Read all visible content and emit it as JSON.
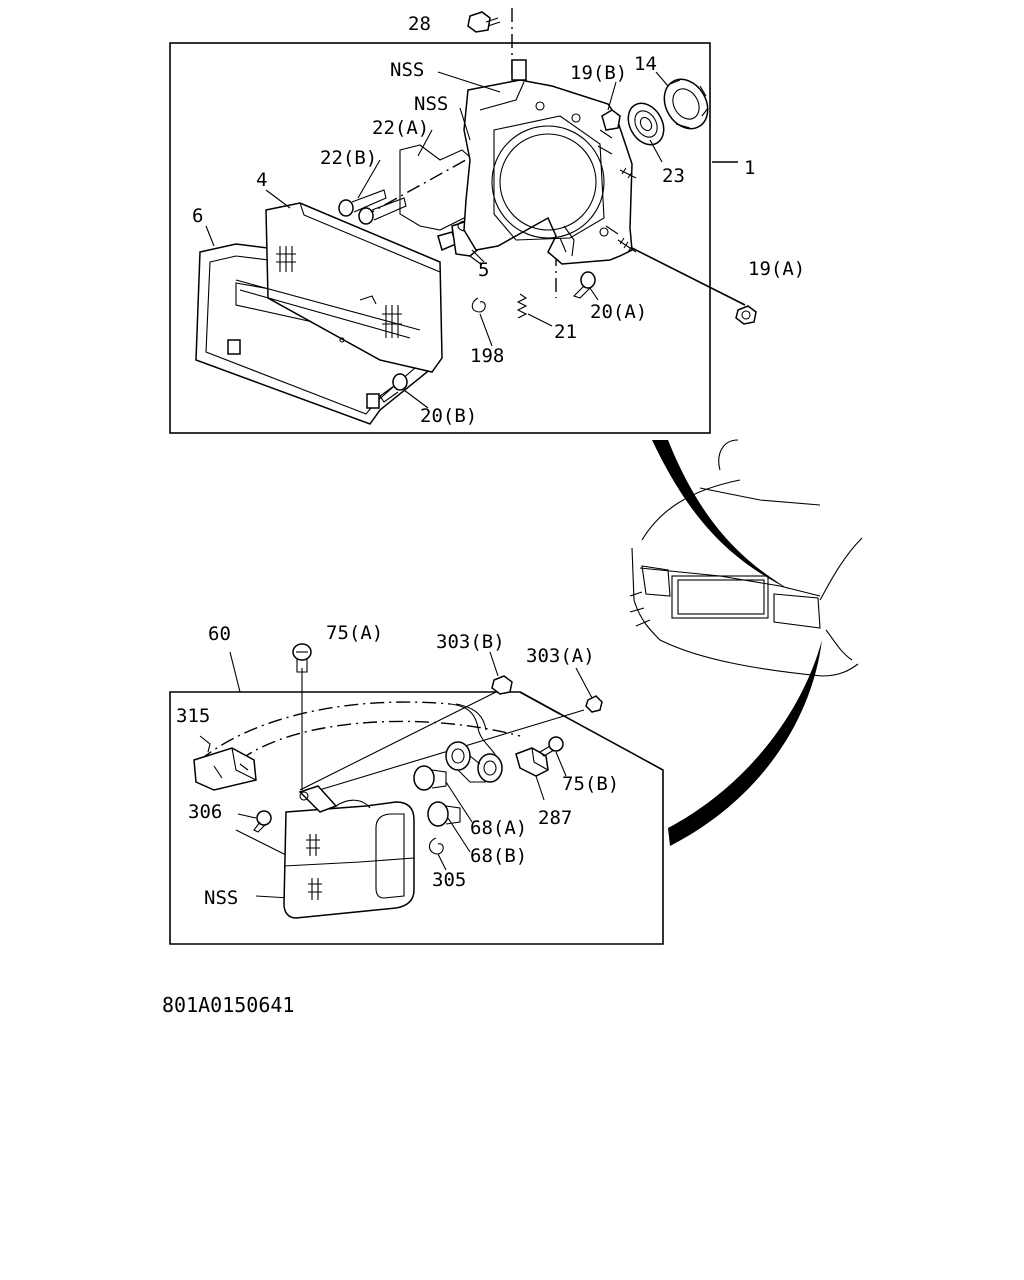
{
  "headlamp_callouts": {
    "c28": "28",
    "nss_a": "NSS",
    "nss_b": "NSS",
    "c19b": "19(B)",
    "c14": "14",
    "c22a": "22(A)",
    "c22b": "22(B)",
    "c4": "4",
    "c6": "6",
    "c23": "23",
    "c1": "1",
    "c19a": "19(A)",
    "c5": "5",
    "c20a": "20(A)",
    "c21": "21",
    "c198": "198",
    "c20b": "20(B)"
  },
  "signal_callouts": {
    "c60": "60",
    "c75a": "75(A)",
    "c303b": "303(B)",
    "c303a": "303(A)",
    "c315": "315",
    "c75b": "75(B)",
    "c306": "306",
    "c287": "287",
    "c68a": "68(A)",
    "c68b": "68(B)",
    "c305": "305",
    "nss": "NSS"
  },
  "diagram_code": "801A0150641"
}
